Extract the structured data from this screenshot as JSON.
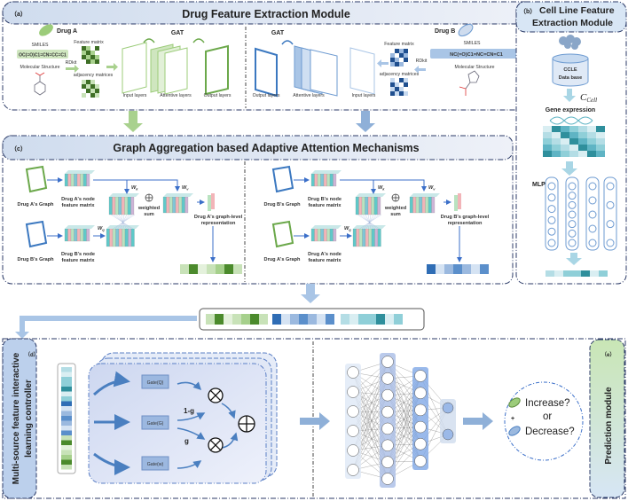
{
  "panel_a": {
    "label": "（a）",
    "title": "Drug Feature Extraction Module",
    "drug_a": {
      "name": "Drug A",
      "smiles_label": "SMILES",
      "smiles": "OC(=O)C1=CN=CC=C1",
      "structure_label": "Molecular Structure",
      "feature_matrix": "Feature matrix",
      "rdkit": "RDkit",
      "adjacency": "adjacency matrices",
      "gat": "GAT",
      "layers": [
        "Input layers",
        "Attentive layers",
        "Output layers"
      ]
    },
    "drug_b": {
      "name": "Drug B",
      "smiles_label": "SMILES",
      "smiles": "NC(=O)C1=NC=CN=C1",
      "structure_label": "Molecular Structure",
      "feature_matrix": "Feature matrix",
      "rdkit": "RDkit",
      "adjacency": "adjacency matrices",
      "gat": "GAT",
      "layers": [
        "Output layers",
        "Attentive layers",
        "Input layers"
      ]
    }
  },
  "panel_b": {
    "label": "（b）",
    "title_line1": "Cell Line Feature",
    "title_line2": "Extraction Module",
    "db_line1": "CCLE",
    "db_line2": "Data base",
    "c_cell": "C",
    "c_cell_sub": "Cell",
    "gene_expression": "Gene expression",
    "mlp": "MLP"
  },
  "panel_c": {
    "label": "（c）",
    "title": "Graph Aggregation based Adaptive Attention Mechanisms",
    "left": {
      "graph_top": "Drug A's Graph",
      "node_top_1": "Drug A's node",
      "node_top_2": "feature matrix",
      "graph_bottom": "Drug B's Graph",
      "node_bottom_1": "Drug B's node",
      "node_bottom_2": "feature matrix",
      "wk": "W",
      "wk_sub": "k",
      "wq": "W",
      "wq_sub": "q",
      "wv": "W",
      "wv_sub": "v",
      "ws_1": "weighted",
      "ws_2": "sum",
      "rep_1": "Drug A's graph-level",
      "rep_2": "representation"
    },
    "right": {
      "graph_top": "Drug B's Graph",
      "node_top_1": "Drug B's node",
      "node_top_2": "feature matrix",
      "graph_bottom": "Drug A's Graph",
      "node_bottom_1": "Drug A's node",
      "node_bottom_2": "feature matrix",
      "wk": "W",
      "wk_sub": "k",
      "wq": "W",
      "wq_sub": "q",
      "wv": "W",
      "wv_sub": "v",
      "ws_1": "weighted",
      "ws_2": "sum",
      "rep_1": "Drug B's graph-level",
      "rep_2": "representation"
    }
  },
  "panel_d": {
    "label": "（d）",
    "title_line1": "Multi-source feature interactive",
    "title_line2": "learning controller",
    "gates": [
      "Gate(Q)",
      "Gate(G)",
      "Gate(w)"
    ],
    "one_minus_g": "1-g",
    "g": "g"
  },
  "panel_e": {
    "label": "（e）",
    "title": "Prediction module",
    "increase": "Increase?",
    "or": "or",
    "decrease": "Decrease?",
    "plus": "+"
  },
  "colors": {
    "green": "#4f8a2f",
    "blue": "#3b78c0",
    "teal": "#5fb4c4",
    "header_bg": "#dde6f3",
    "drug_a_vector": [
      "#c8e2b8",
      "#4b8a2c",
      "#e4f1dc",
      "#c8e2b8",
      "#a6d08c",
      "#4b8a2c",
      "#c8e2b8"
    ],
    "drug_b_vector": [
      "#2f6db5",
      "#d5e3f3",
      "#9bb9df",
      "#5b8fcb",
      "#9bb9df",
      "#d5e3f3",
      "#5b8fcb"
    ],
    "cell_vector": [
      "#b4dde5",
      "#d9eef2",
      "#8fcfd8",
      "#8fcfd8",
      "#2f8f9c",
      "#d9eef2",
      "#8fcfd8"
    ]
  }
}
